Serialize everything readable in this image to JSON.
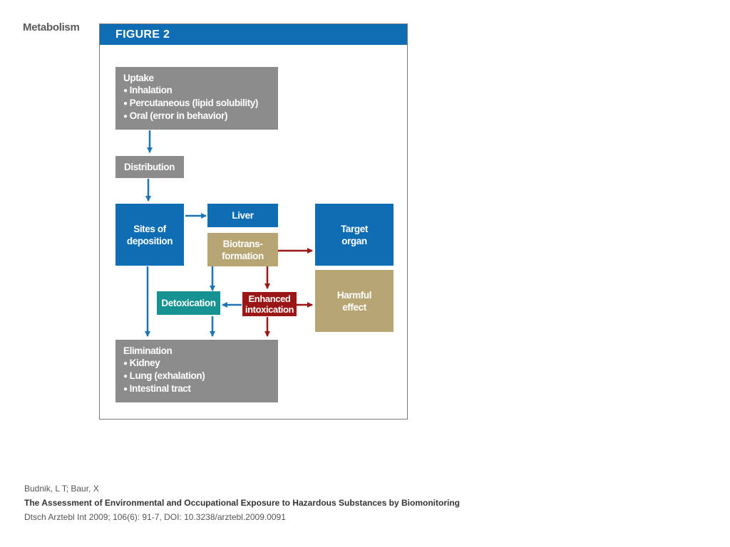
{
  "section_title": "Metabolism",
  "figure": {
    "header": "FIGURE 2",
    "uptake": {
      "title": "Uptake",
      "items": [
        "Inhalation",
        "Percutaneous (lipid solubility)",
        "Oral (error in behavior)"
      ]
    },
    "distribution": "Distribution",
    "sites_of_deposition": [
      "Sites of",
      "deposition"
    ],
    "liver": "Liver",
    "biotransformation": [
      "Biotrans-",
      "formation"
    ],
    "target_organ": [
      "Target",
      "organ"
    ],
    "detoxication": "Detoxication",
    "enhanced_intoxication": [
      "Enhanced",
      "intoxication"
    ],
    "harmful_effect": [
      "Harmful",
      "effect"
    ],
    "elimination": {
      "title": "Elimination",
      "items": [
        "Kidney",
        "Lung (exhalation)",
        "Intestinal tract"
      ]
    },
    "colors": {
      "blue": "#0f6db3",
      "gray": "#8c8c8c",
      "tan": "#b7a674",
      "teal": "#169292",
      "red": "#9b1717",
      "blue_arrow": "#1a74b5",
      "red_arrow": "#9b1717"
    }
  },
  "citation": {
    "authors": "Budnik, L T; Baur, X",
    "title": "The Assessment of Environmental and Occupational Exposure to Hazardous Substances by Biomonitoring",
    "source": "Dtsch Arztebl Int 2009; 106(6): 91-7, DOI: 10.3238/arztebl.2009.0091"
  }
}
